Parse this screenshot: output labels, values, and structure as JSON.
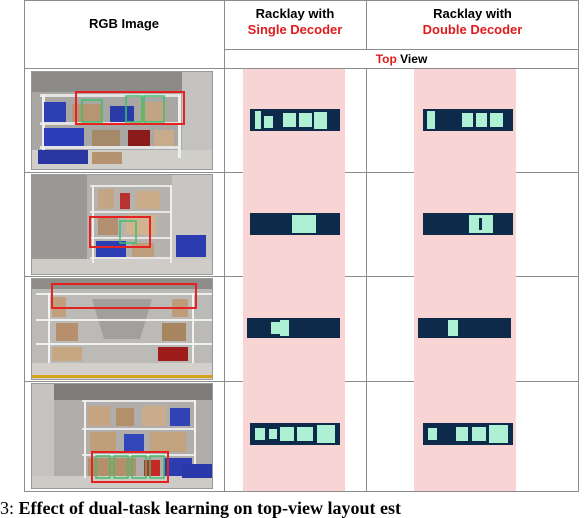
{
  "header": {
    "col1": "RGB Image",
    "col2_line1": "Racklay with",
    "col2_line2": "Single Decoder",
    "col3_line1": "Racklay with",
    "col3_line2": "Double Decoder",
    "view_word": "Top",
    "view_rest": " View"
  },
  "colors": {
    "accent_red": "#e01b1b",
    "layout_bg": "#0d2a4a",
    "layout_box": "#aef0d4",
    "pink_band": "#f9d4d4"
  },
  "rows": [
    {
      "image_label": "warehouse rack scene 1"
    },
    {
      "image_label": "warehouse rack scene 2"
    },
    {
      "image_label": "warehouse rack scene 3"
    },
    {
      "image_label": "warehouse rack scene 4"
    }
  ],
  "caption": {
    "prefix": "3: ",
    "bold": "Effect of dual-task learning on top-view layout est"
  }
}
